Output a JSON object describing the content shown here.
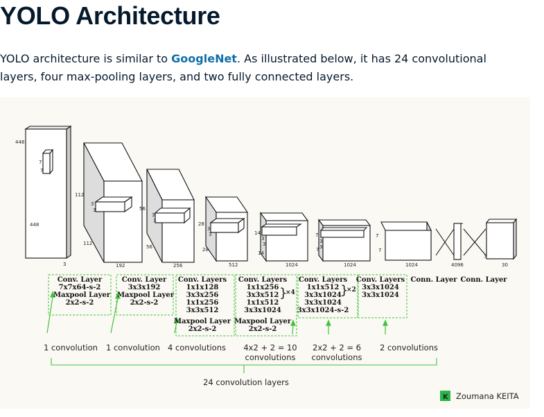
{
  "heading": "YOLO Architecture",
  "intro": {
    "before": "YOLO architecture is similar to ",
    "link": "GoogleNet",
    "after": ". As illustrated below, it has 24 convolutional layers, four max-pooling layers, and two fully connected layers."
  },
  "figure": {
    "input_dims": {
      "h": "448",
      "w": "448",
      "c": "3",
      "k1": "7",
      "k2": "7"
    },
    "dims": {
      "b1": {
        "size": "112",
        "ch": "192",
        "k1": "3",
        "k2": "3"
      },
      "b2": {
        "size": "56",
        "ch": "256",
        "k1": "3",
        "k2": "3"
      },
      "b3": {
        "size": "28",
        "ch": "512",
        "k1": "3",
        "k2": "3"
      },
      "b4": {
        "size": "14",
        "ch": "1024",
        "k1": "3",
        "k2": "3"
      },
      "b5": {
        "size": "7",
        "ch": "1024",
        "k1": "3",
        "k2": "3"
      },
      "b6": {
        "size": "7",
        "ch": "1024",
        "k": "7"
      },
      "fc": {
        "ch": "4096"
      },
      "out": {
        "s": "7",
        "ch": "30"
      }
    },
    "groups": [
      {
        "head": "Conv. Layer",
        "lines": [
          "7x7x64-s-2"
        ],
        "pool": [
          "Maxpool Layer",
          "2x2-s-2"
        ]
      },
      {
        "head": "Conv. Layer",
        "lines": [
          "3x3x192"
        ],
        "pool": [
          "Maxpool Layer",
          "2x2-s-2"
        ]
      },
      {
        "head": "Conv. Layers",
        "lines": [
          "1x1x128",
          "3x3x256",
          "1x1x256",
          "3x3x512"
        ],
        "pool": [
          "Maxpool Layer",
          "2x2-s-2"
        ]
      },
      {
        "head": "Conv. Layers",
        "lines": [
          "1x1x256",
          "3x3x512",
          "1x1x512",
          "3x3x1024"
        ],
        "repeat": "×4",
        "pool": [
          "Maxpool Layer",
          "2x2-s-2"
        ]
      },
      {
        "head": "Conv. Layers",
        "lines": [
          "1x1x512",
          "3x3x1024",
          "3x3x1024",
          "3x3x1024-s-2"
        ],
        "repeat": "×2"
      },
      {
        "head": "Conv. Layers",
        "lines": [
          "3x3x1024",
          "3x3x1024"
        ]
      }
    ],
    "conn_layers": [
      "Conn. Layer",
      "Conn. Layer"
    ],
    "counts": [
      "1 convolution",
      "1 convolution",
      "4 convolutions",
      "4x2 + 2 = 10",
      "convolutions",
      "2x2 + 2 = 6",
      "convolutions",
      "2 convolutions"
    ],
    "total": "24 convolution layers",
    "author": "Zoumana KEITA"
  }
}
